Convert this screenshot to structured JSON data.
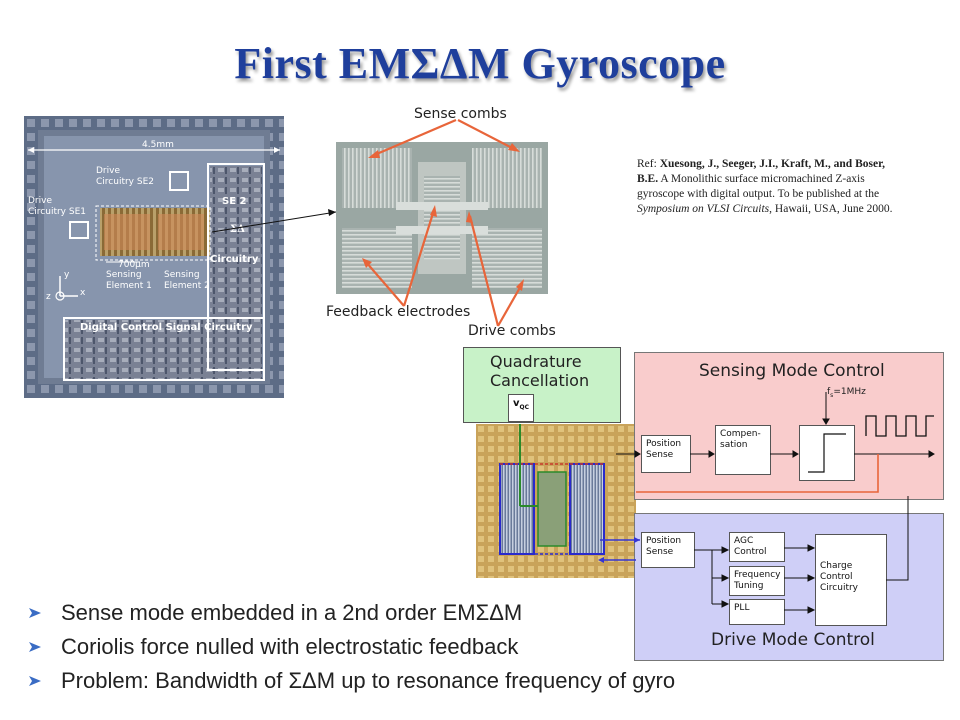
{
  "slide": {
    "title": "First EMΣΔM Gyroscope",
    "reference": {
      "prefix": "Ref: ",
      "authors": "Xuesong, J., Seeger, J.I., Kraft, M., and Boser, B.E.",
      "text_1": " A Monolithic surface micromachined Z-axis gyroscope with digital output. To be published at the ",
      "venue": "Symposium on VLSI Circuits",
      "text_2": ", Hawaii, USA, June 2000."
    },
    "bullets": [
      "Sense mode embedded in a 2nd order EMΣΔM",
      "Coriolis force nulled with electrostatic feedback",
      "Problem: Bandwidth of ΣΔM up to resonance frequency of gyro"
    ]
  },
  "chip": {
    "dim_label": "4.5mm",
    "drive_se2": "Drive\nCircuitry SE2",
    "drive_se1": "Drive\nCircuitry SE1",
    "se2_label": "SE 2",
    "sd_label": "ΣΔ",
    "circuitry_label": "Circuitry",
    "size_label": "700μm",
    "sensing1": "Sensing\nElement 1",
    "sensing2": "Sensing\nElement 2",
    "digital_label": "Digital Control Signal Circuitry",
    "axis_y": "y",
    "axis_x": "x",
    "axis_z": "z"
  },
  "micrograph": {
    "sense_combs": "Sense combs",
    "feedback_electrodes": "Feedback electrodes",
    "drive_combs": "Drive combs"
  },
  "block_diagram": {
    "quadrature_title": "Quadrature\nCancellation",
    "vqc": "v",
    "vqc_sub": "QC",
    "sensing_title": "Sensing Mode Control",
    "clock": "f",
    "clock_sub": "s",
    "clock_value": "=1MHz",
    "sense_position": "Position\nSense",
    "compensation": "Compen-\nsation",
    "drive_position": "Position\nSense",
    "agc": "AGC\nControl",
    "freq_tuning": "Frequency\nTuning",
    "pll": "PLL",
    "charge_control": "Charge\nControl\nCircuitry",
    "drive_title": "Drive Mode Control"
  },
  "colors": {
    "title": "#1f3f9c",
    "arrow_orange": "#e8653a",
    "sensing_bg": "#f9cccc",
    "drive_bg": "#cfcff7",
    "quadrature_bg": "#c8f2c8",
    "bullet_icon": "#3a6cc4"
  },
  "icons": [
    "bullet-arrow-icon"
  ]
}
